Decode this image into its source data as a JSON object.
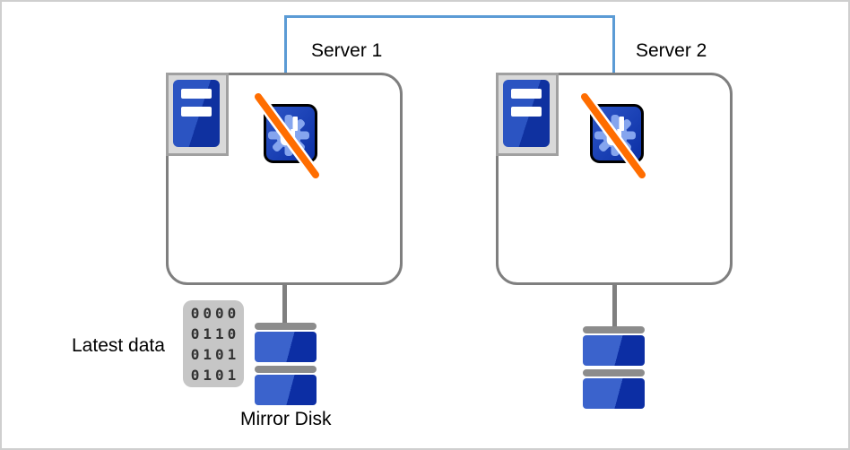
{
  "servers": [
    {
      "label": "Server 1"
    },
    {
      "label": "Server 2"
    }
  ],
  "labels": {
    "latest_data": "Latest data",
    "mirror_disk": "Mirror Disk"
  },
  "binary": {
    "rows": [
      "0000",
      "0110",
      "0101",
      "0101"
    ]
  },
  "app_icon": {
    "glyph": "u"
  },
  "icons": {
    "tower_server_icon": "blue tower server, two white slots, in gray frame",
    "app_stopped_icon": "blue gear app square crossed by orange slash",
    "mirror_disk_icon": "two stacked blue platters with gray bars",
    "binary_data_icon": "grid of binary digits"
  },
  "colors": {
    "interconnect_blue": "#5B9BD5",
    "box_border_gray": "#7F7F7F",
    "frame_fill": "#D9D9D9",
    "frame_border": "#A0A0A0",
    "tower_blue_light": "#2B54C2",
    "tower_blue_dark": "#0F31A0",
    "disk_blue_light": "#3B63CC",
    "disk_blue_dark": "#0C2EA4",
    "disk_bar_gray": "#8C8C8C",
    "app_bg_light": "#2E57C8",
    "app_bg_dark": "#0A2EA4",
    "gear_blue": "#85A5EE",
    "slash_orange": "#FF6D00",
    "binary_box_fill": "#C6C6C6",
    "binary_digits": "#333333"
  }
}
